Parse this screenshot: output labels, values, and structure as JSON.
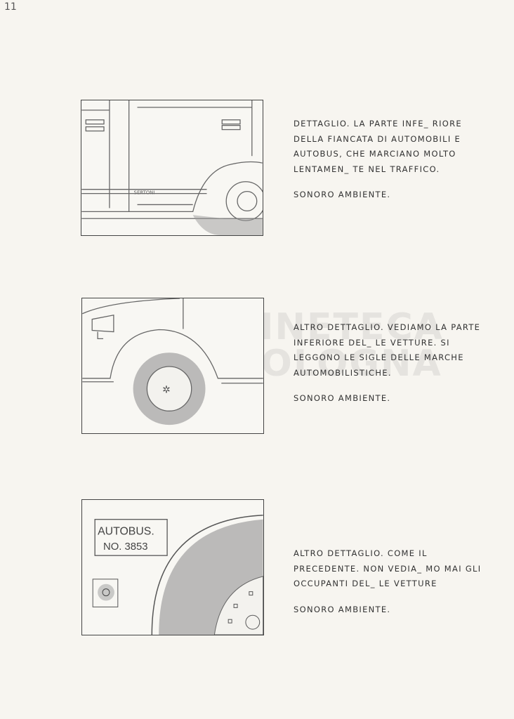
{
  "page_number": "11",
  "watermark": {
    "line1": "CINETECA",
    "line2": "BOLOGNA"
  },
  "panels": [
    {
      "sketch_label": "SERTONI",
      "description": "DETTAGLIO. LA PARTE INFE_ RIORE DELLA FIANCATA DI AUTOMOBILI E AUTOBUS, CHE MARCIANO MOLTO LENTAMEN_ TE NEL TRAFFICO.",
      "sound": "SONORO AMBIENTE."
    },
    {
      "description": "ALTRO DETTAGLIO. VEDIAMO LA PARTE INFERIORE DEL_ LE VETTURE. SI LEGGONO LE SIGLE DELLE MARCHE AUTOMOBILISTICHE.",
      "sound": "SONORO AMBIENTE."
    },
    {
      "sign_line1": "AUTOBUS.",
      "sign_line2": "NO. 3853",
      "description": "ALTRO DETTAGLIO. COME IL PRECEDENTE. NON VEDIA_ MO MAI GLI OCCUPANTI DEL_ LE VETTURE",
      "sound": "SONORO AMBIENTE."
    }
  ]
}
